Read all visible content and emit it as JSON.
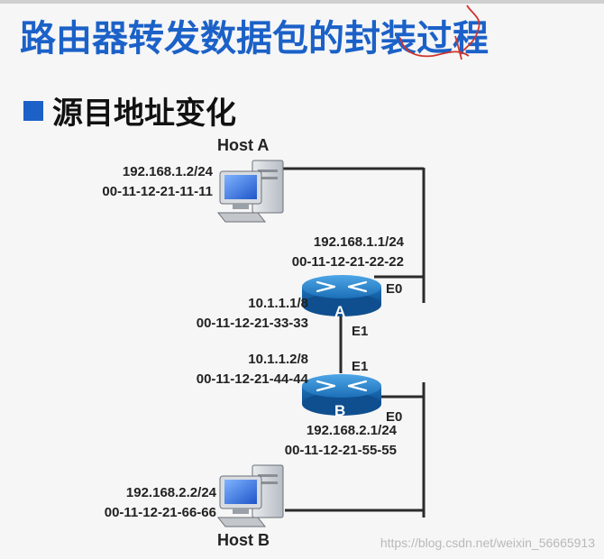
{
  "title": "路由器转发数据包的封装过程",
  "subtitle": "源目地址变化",
  "host_a": {
    "name": "Host A",
    "ip": "192.168.1.2/24",
    "mac": "00-11-12-21-11-11"
  },
  "router_a": {
    "label": "A",
    "e0": {
      "iface": "E0",
      "ip": "192.168.1.1/24",
      "mac": "00-11-12-21-22-22"
    },
    "e1": {
      "iface": "E1",
      "ip": "10.1.1.1/8",
      "mac": "00-11-12-21-33-33"
    }
  },
  "router_b": {
    "label": "B",
    "e1": {
      "iface": "E1",
      "ip": "10.1.1.2/8",
      "mac": "00-11-12-21-44-44"
    },
    "e0": {
      "iface": "E0",
      "ip": "192.168.2.1/24",
      "mac": "00-11-12-21-55-55"
    }
  },
  "host_b": {
    "name": "Host B",
    "ip": "192.168.2.2/24",
    "mac": "00-11-12-21-66-66"
  },
  "watermark": "https://blog.csdn.net/weixin_56665913",
  "colors": {
    "title": "#1b61c8",
    "router": "#1a6fb5",
    "link": "#2b2b2b"
  }
}
